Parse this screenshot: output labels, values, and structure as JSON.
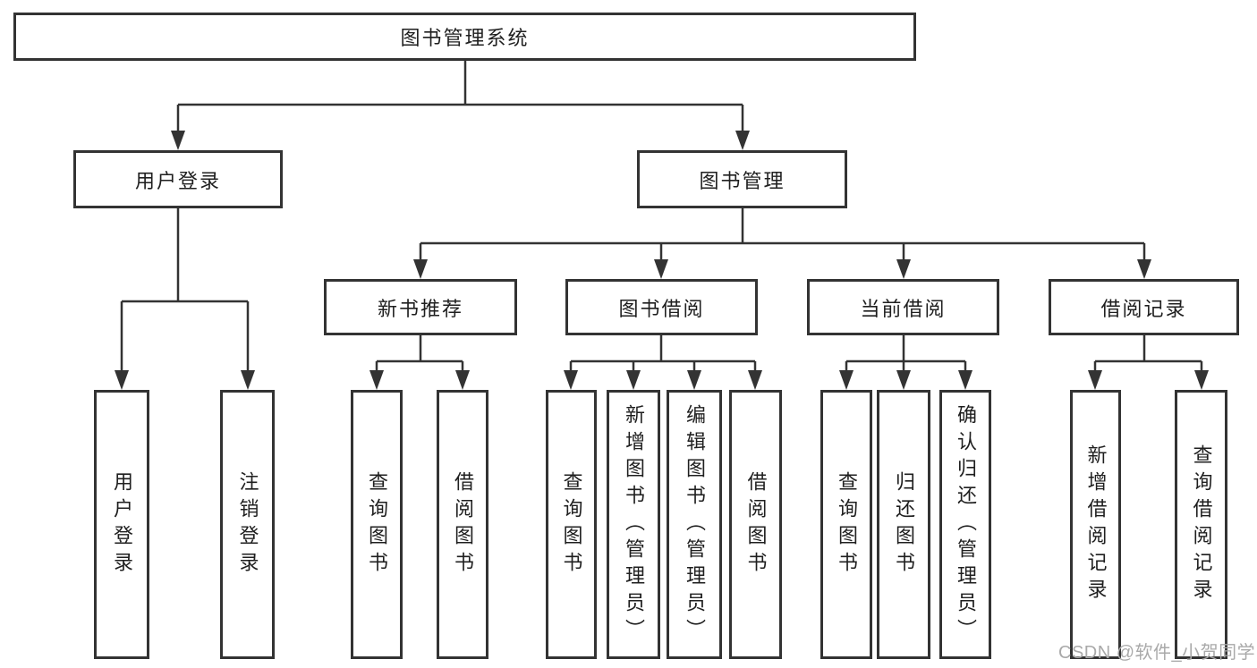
{
  "diagram": {
    "root": {
      "label": "图书管理系统"
    },
    "branches": [
      {
        "label": "用户登录",
        "children": [
          {
            "label": "用户登录"
          },
          {
            "label": "注销登录"
          }
        ]
      },
      {
        "label": "图书管理",
        "children": [
          {
            "label": "新书推荐",
            "children": [
              {
                "label": "查询图书"
              },
              {
                "label": "借阅图书"
              }
            ]
          },
          {
            "label": "图书借阅",
            "children": [
              {
                "label": "查询图书"
              },
              {
                "label": "新增图书（管理员）"
              },
              {
                "label": "编辑图书（管理员）"
              },
              {
                "label": "借阅图书"
              }
            ]
          },
          {
            "label": "当前借阅",
            "children": [
              {
                "label": "查询图书"
              },
              {
                "label": "归还图书"
              },
              {
                "label": "确认归还（管理员）"
              }
            ]
          },
          {
            "label": "借阅记录",
            "children": [
              {
                "label": "新增借阅记录"
              },
              {
                "label": "查询借阅记录"
              }
            ]
          }
        ]
      }
    ]
  },
  "watermark": {
    "text": "CSDN @软件_小贺同学"
  },
  "colors": {
    "line": "#333333",
    "text": "#1f1f1f",
    "background": "#ffffff",
    "watermark": "#a9a9a9"
  }
}
